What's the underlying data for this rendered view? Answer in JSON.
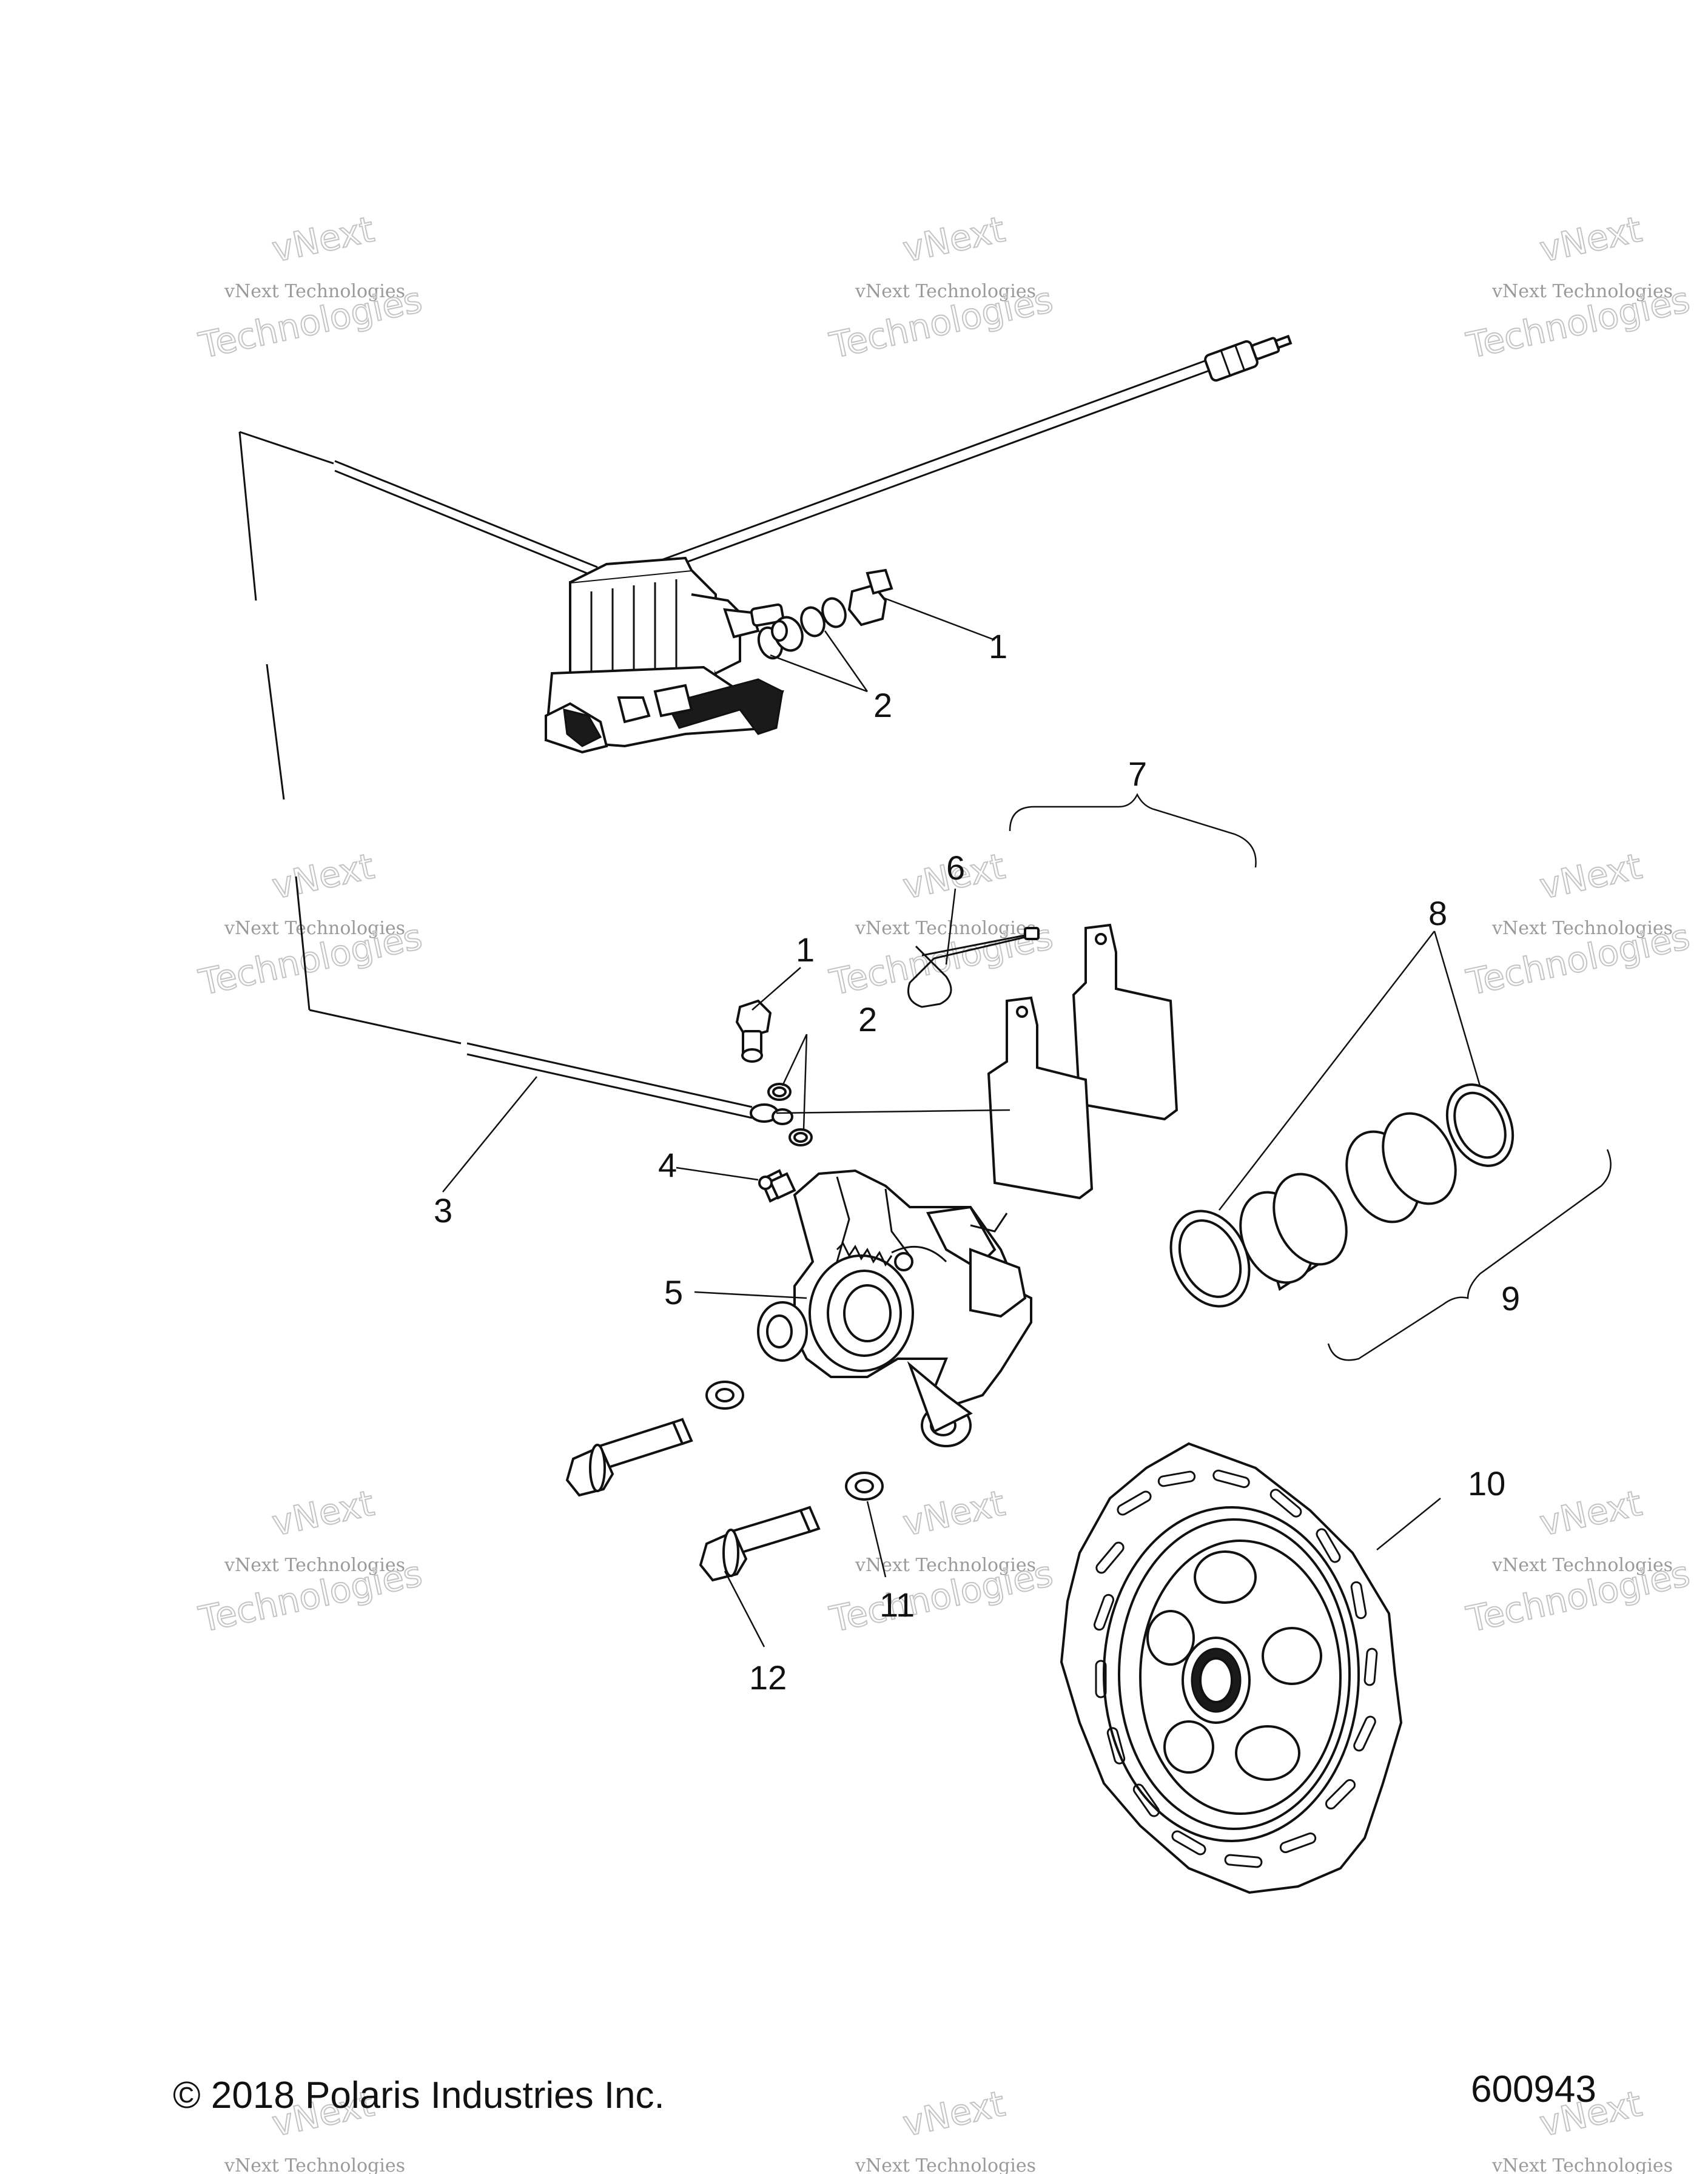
{
  "diagram": {
    "callouts": [
      {
        "id": "c1a",
        "label": "1"
      },
      {
        "id": "c2a",
        "label": "2"
      },
      {
        "id": "c1b",
        "label": "1"
      },
      {
        "id": "c2b",
        "label": "2"
      },
      {
        "id": "c3",
        "label": "3"
      },
      {
        "id": "c4",
        "label": "4"
      },
      {
        "id": "c5",
        "label": "5"
      },
      {
        "id": "c6",
        "label": "6"
      },
      {
        "id": "c7",
        "label": "7"
      },
      {
        "id": "c8",
        "label": "8"
      },
      {
        "id": "c9",
        "label": "9"
      },
      {
        "id": "c10",
        "label": "10"
      },
      {
        "id": "c11",
        "label": "11"
      },
      {
        "id": "c12",
        "label": "12"
      }
    ]
  },
  "watermark": {
    "line_small": "vNext Technologies",
    "line_top": "vNext",
    "line_bottom": "Technologies"
  },
  "footer": {
    "copyright": "© 2018 Polaris Industries Inc.",
    "figure_number": "600943"
  },
  "colors": {
    "ink": "#111111",
    "watermark": "#c4c4c4",
    "background": "#ffffff"
  }
}
